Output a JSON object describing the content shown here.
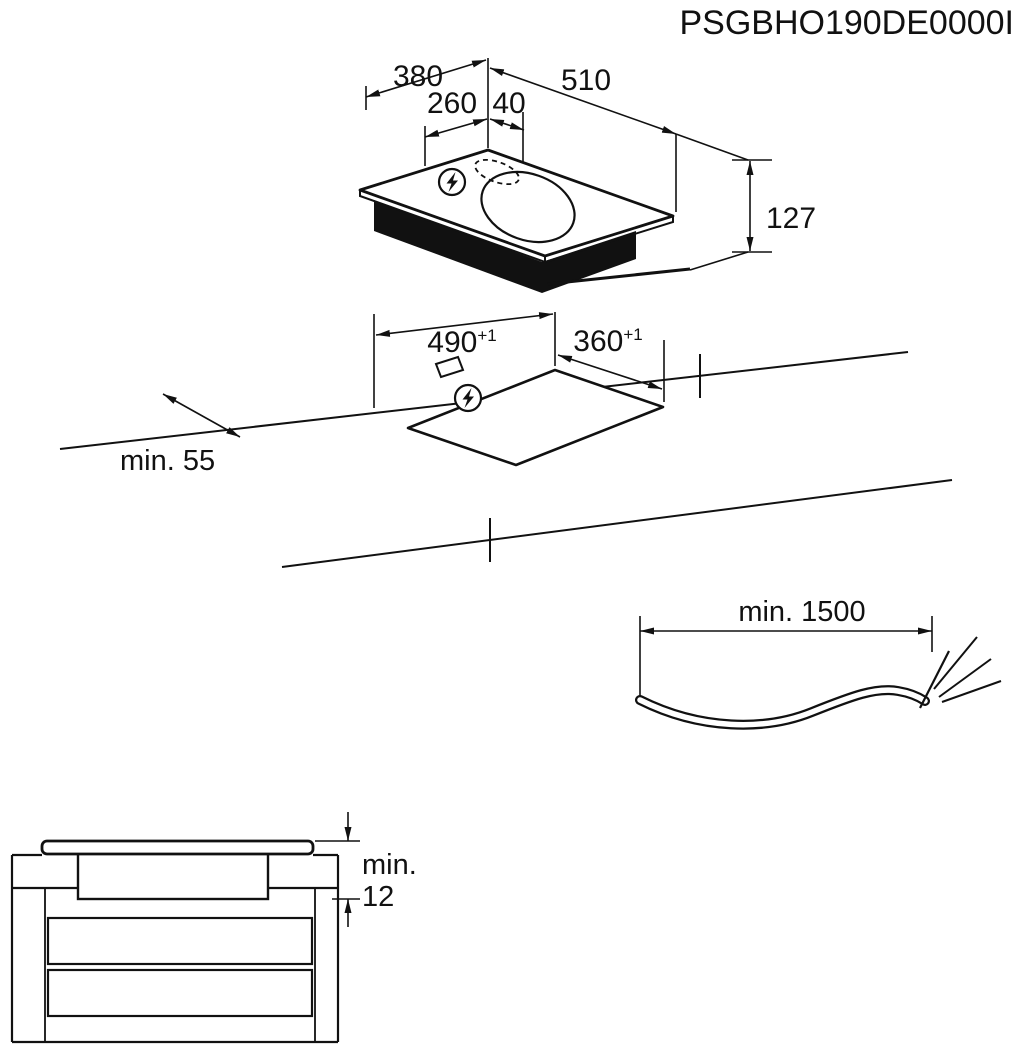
{
  "page": {
    "background": "#ffffff",
    "line_color": "#111111"
  },
  "model_code": "PSGBHO190DE0000I",
  "icons": {
    "electrical_connection": "lightning-bolt-icon"
  },
  "isometric_view": {
    "width": "380",
    "connection_offset": "260",
    "connection_width": "40",
    "depth": "510",
    "build_in_height": "127"
  },
  "cutout_view": {
    "length": "490",
    "length_tolerance": "+1",
    "width": "360",
    "width_tolerance": "+1",
    "min_front_distance": "min. 55"
  },
  "cable_view": {
    "min_length": "min. 1500"
  },
  "section_view": {
    "clearance_label": "min.",
    "clearance_value": "12"
  }
}
